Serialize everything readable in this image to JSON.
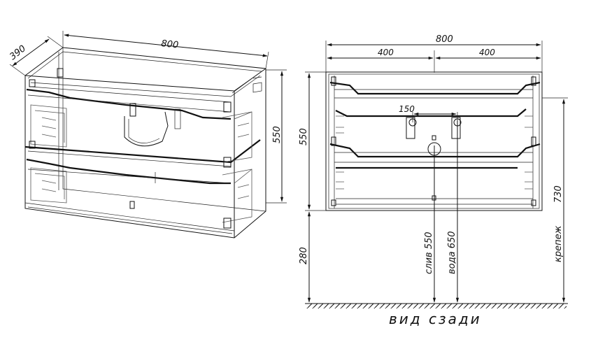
{
  "dimensions": {
    "iso_width": "800",
    "iso_depth": "390",
    "iso_height": "550",
    "rear_width": "800",
    "rear_half_left": "400",
    "rear_half_right": "400",
    "rear_height": "550",
    "hole_spacing": "150",
    "floor_offset": "280",
    "drain": "слив 550",
    "water": "вода 650",
    "mount_height": "730",
    "mount_label": "крепеж"
  },
  "caption": "вид сзади"
}
